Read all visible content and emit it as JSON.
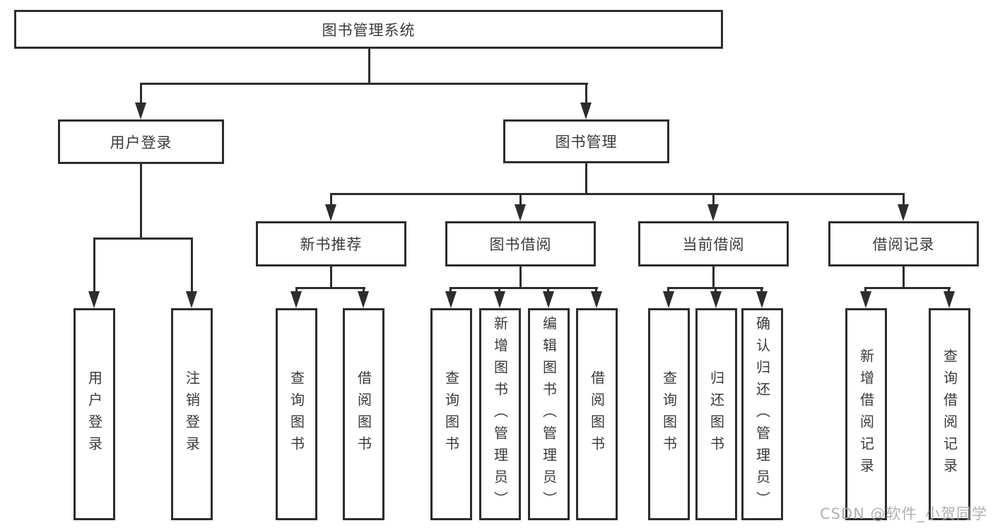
{
  "diagram": {
    "type": "tree",
    "title": "图书管理系统",
    "colors": {
      "line": "#2d2d2d",
      "box_border": "#2d2d2d",
      "box_background": "#ffffff",
      "text": "#3a3a3a",
      "watermark": "#a8a8a8"
    },
    "nodes": {
      "root": "图书管理系统",
      "user_login": "用户登录",
      "book_mgmt": "图书管理",
      "l3": [
        "新书推荐",
        "图书借阅",
        "当前借阅",
        "借阅记录"
      ],
      "user_login_children": [
        "用户登录",
        "注销登录"
      ],
      "new_book_children": [
        "查询图书",
        "借阅图书"
      ],
      "borrow_children": [
        "查询图书",
        "新增图书（管理员）",
        "编辑图书（管理员）",
        "借阅图书"
      ],
      "current_children": [
        "查询图书",
        "归还图书",
        "确认归还（管理员）"
      ],
      "record_children": [
        "新增借阅记录",
        "查询借阅记录"
      ]
    },
    "watermark": "CSDN @软件_小贺同学"
  }
}
